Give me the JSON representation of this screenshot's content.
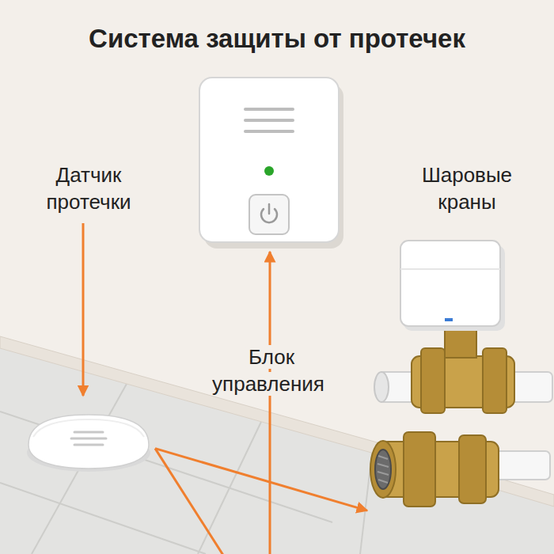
{
  "diagram": {
    "title": "Система защиты от протечек",
    "nodes": [
      {
        "text": [
          "Датчик протечки"
        ]
      },
      {
        "text": [
          "Блок управления"
        ]
      },
      {
        "text": [
          "Шаровые краны"
        ]
      }
    ],
    "edges": [
      {
        "from": 0,
        "to": 1,
        "arrow": "to"
      },
      {
        "from": 0,
        "to": 2,
        "arrow": "to"
      }
    ]
  }
}
